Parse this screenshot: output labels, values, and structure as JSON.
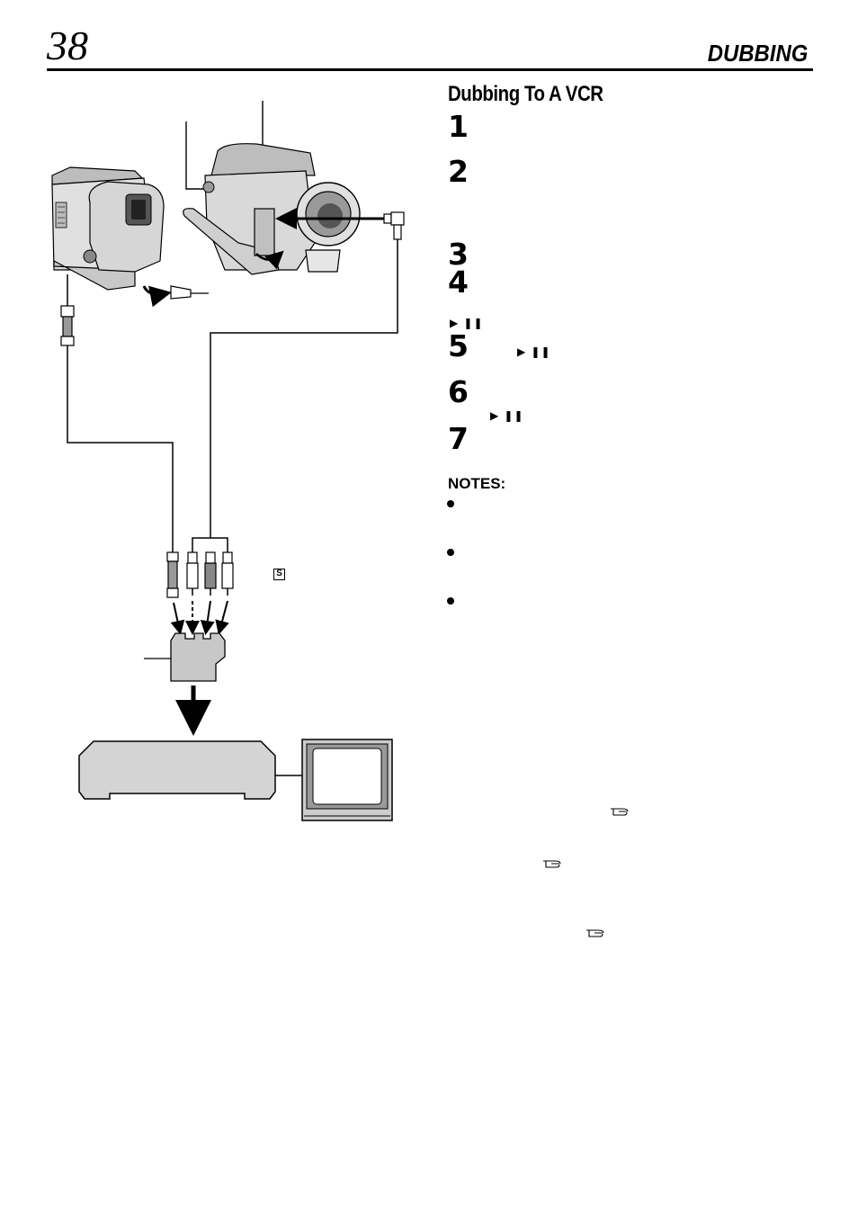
{
  "header": {
    "page_number": "38",
    "section_title": "DUBBING"
  },
  "main": {
    "subheading": "Dubbing To A VCR",
    "steps": [
      "1",
      "2",
      "3",
      "4",
      "5",
      "6",
      "7"
    ],
    "play_pause_symbol": "▶ ❚❚",
    "notes_title": "NOTES:",
    "s_mark": "S"
  },
  "icons": {
    "play_pause": "play-pause-icon",
    "reference": "pointing-hand-icon",
    "bullet": "bullet-icon"
  },
  "colors": {
    "text": "#000000",
    "device_fill": "#d4d4d4",
    "background": "#ffffff"
  }
}
